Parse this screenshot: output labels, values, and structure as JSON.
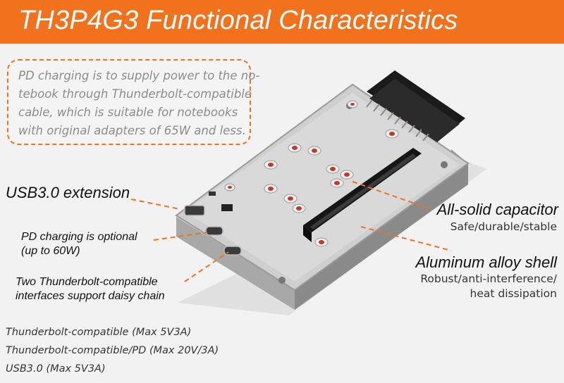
{
  "header": {
    "title": "TH3P4G3 Functional Characteristics"
  },
  "note": {
    "lines": [
      "PD charging is to supply power to the no-",
      "tebook through Thunderbolt-compatible",
      "cable, which is suitable for notebooks",
      "with original adapters of 65W and less."
    ]
  },
  "callouts": {
    "usb_extension": "USB3.0 extension",
    "pd_optional_line1": "PD charging is optional",
    "pd_optional_line2": "(up to 60W)",
    "daisy_line1": "Two Thunderbolt-compatible",
    "daisy_line2": "interfaces support daisy chain",
    "capacitor_title": "All-solid capacitor",
    "capacitor_sub": "Safe/durable/stable",
    "shell_title": "Aluminum alloy shell",
    "shell_sub1": "Robust/anti-interference/",
    "shell_sub2": "heat dissipation"
  },
  "specs": [
    "Thunderbolt-compatible (Max 5V3A)",
    "Thunderbolt-compatible/PD (Max 20V/3A)",
    "USB3.0 (Max 5V3A)"
  ],
  "colors": {
    "accent": "#f2711c",
    "note_text": "#8c8c8c"
  }
}
